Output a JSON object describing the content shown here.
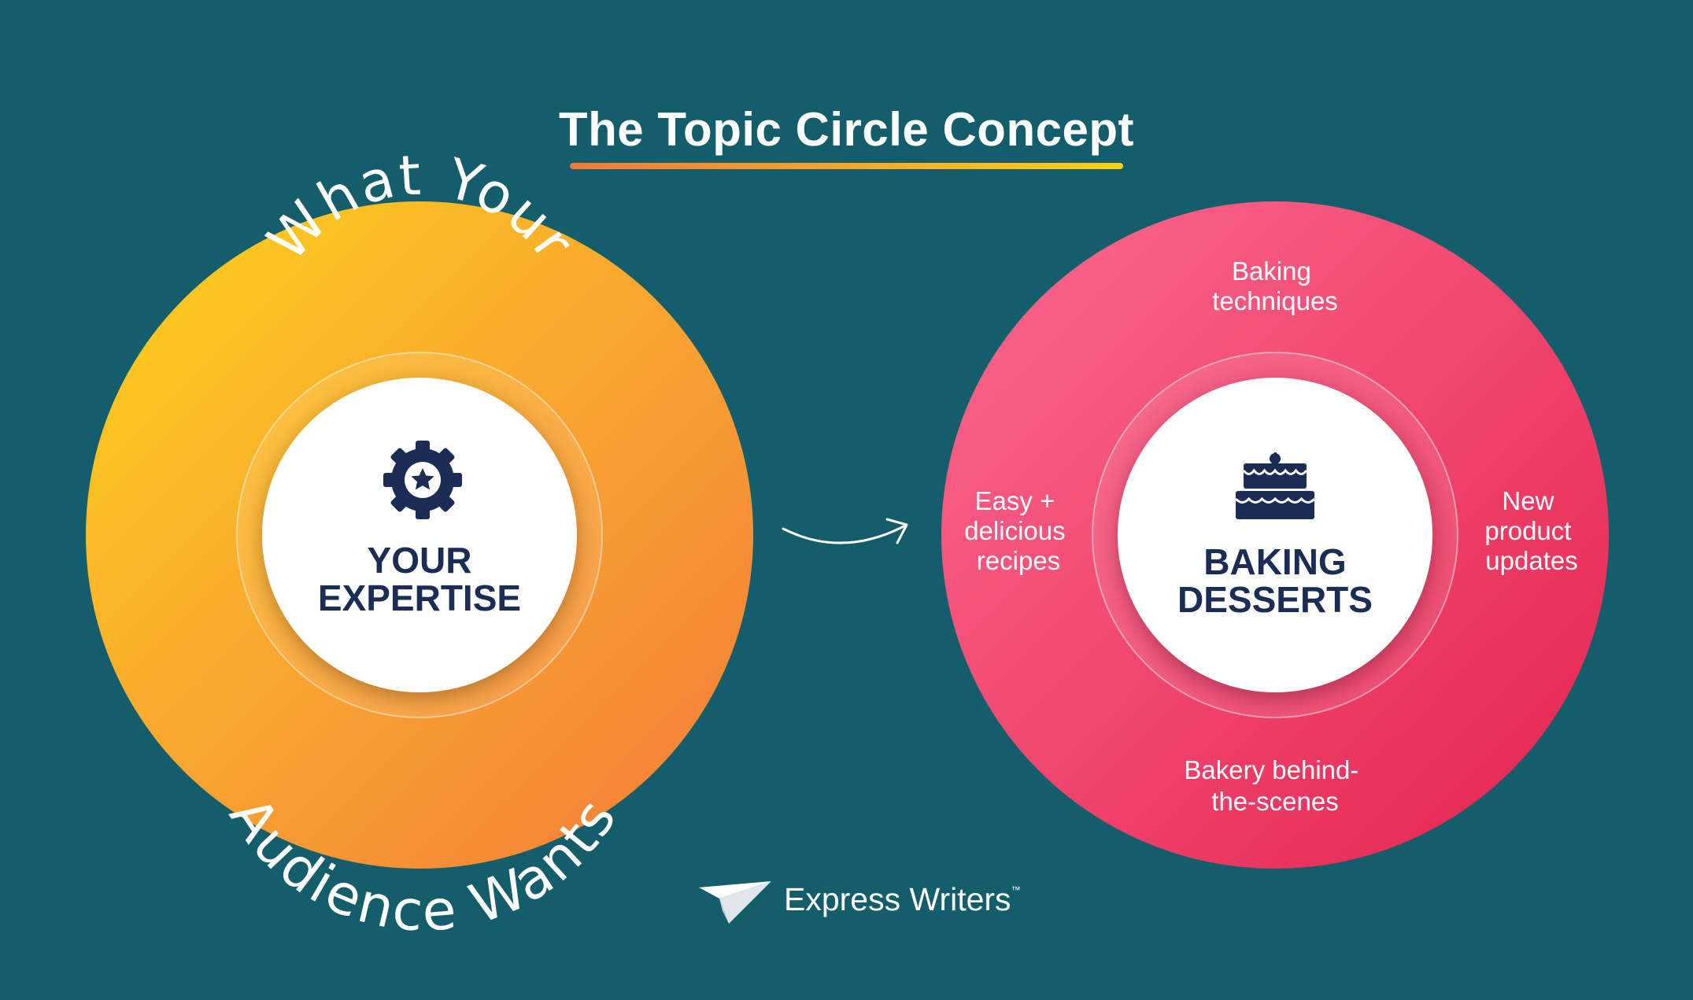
{
  "title": "The Topic Circle Concept",
  "left_circle": {
    "arc_top": "What Your",
    "arc_bottom": "Audience Wants",
    "center_line1": "YOUR",
    "center_line2": "EXPERTISE",
    "icon": "gear-star-icon"
  },
  "right_circle": {
    "center_line1": "BAKING",
    "center_line2": "DESSERTS",
    "icon": "cake-icon",
    "topics": {
      "top": [
        "Baking",
        "techniques"
      ],
      "left": [
        "Easy +",
        "delicious",
        "recipes"
      ],
      "right": [
        "New",
        "product",
        "updates"
      ],
      "bottom": [
        "Bakery behind-",
        "the-scenes"
      ]
    }
  },
  "brand": {
    "name": "Express Writers",
    "tm": "™",
    "icon": "paper-plane-icon"
  },
  "colors": {
    "background": "#135e6a",
    "orange_start": "#fcd116",
    "orange_end": "#f37a3a",
    "pink_start": "#fd6a8f",
    "pink_end": "#e32350",
    "navy": "#1b2c55"
  }
}
